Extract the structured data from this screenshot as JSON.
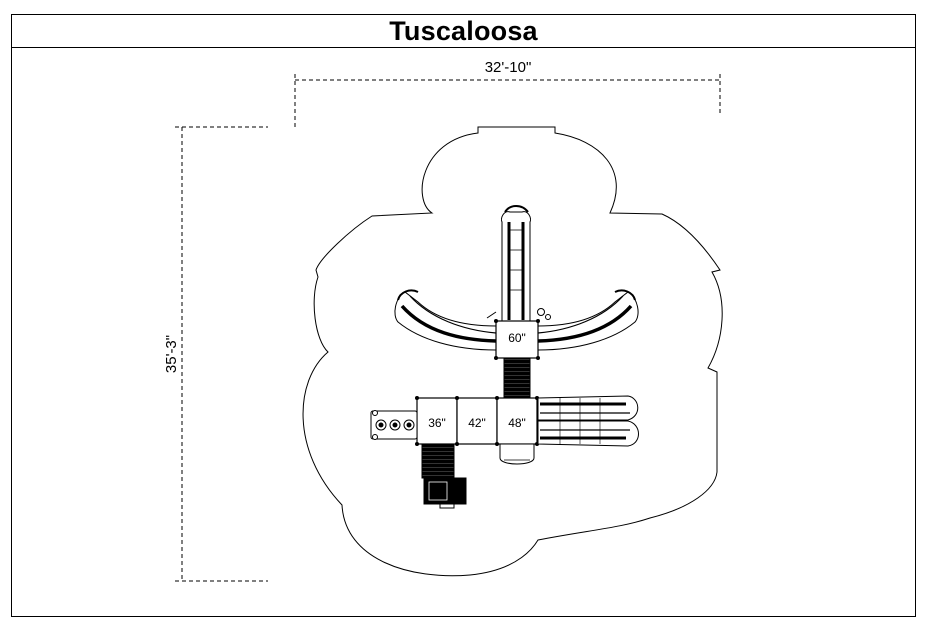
{
  "title": "Tuscaloosa",
  "dimensions": {
    "width": "32'-10\"",
    "depth": "35'-3\""
  },
  "decks": {
    "top": "60\"",
    "left": "36\"",
    "middle": "42\"",
    "right": "48\""
  },
  "colors": {
    "line": "#000000",
    "background": "#ffffff"
  }
}
